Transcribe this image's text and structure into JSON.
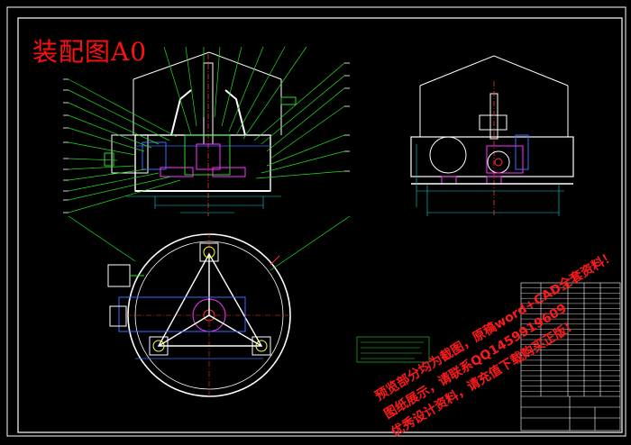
{
  "drawing": {
    "title": "装配图A0",
    "background": "#000000",
    "line_colors": {
      "frame": "#ffffff",
      "leader": "#22dd22",
      "center": "#ff3030",
      "hidden": "#3a6bff",
      "part": "#ff33ff",
      "dimension": "#00d8d8",
      "accent": "#ffff33"
    },
    "views": [
      "front-view",
      "side-view",
      "top-view"
    ]
  },
  "watermark": {
    "line1": "预览部分均为截图，原稿word+CAD全套资料！",
    "line2": "图纸展示，请联系QQ1459919609",
    "line3": "优秀设计资料，请充值下载购买正版！"
  },
  "title_block": {
    "rows": 22
  }
}
